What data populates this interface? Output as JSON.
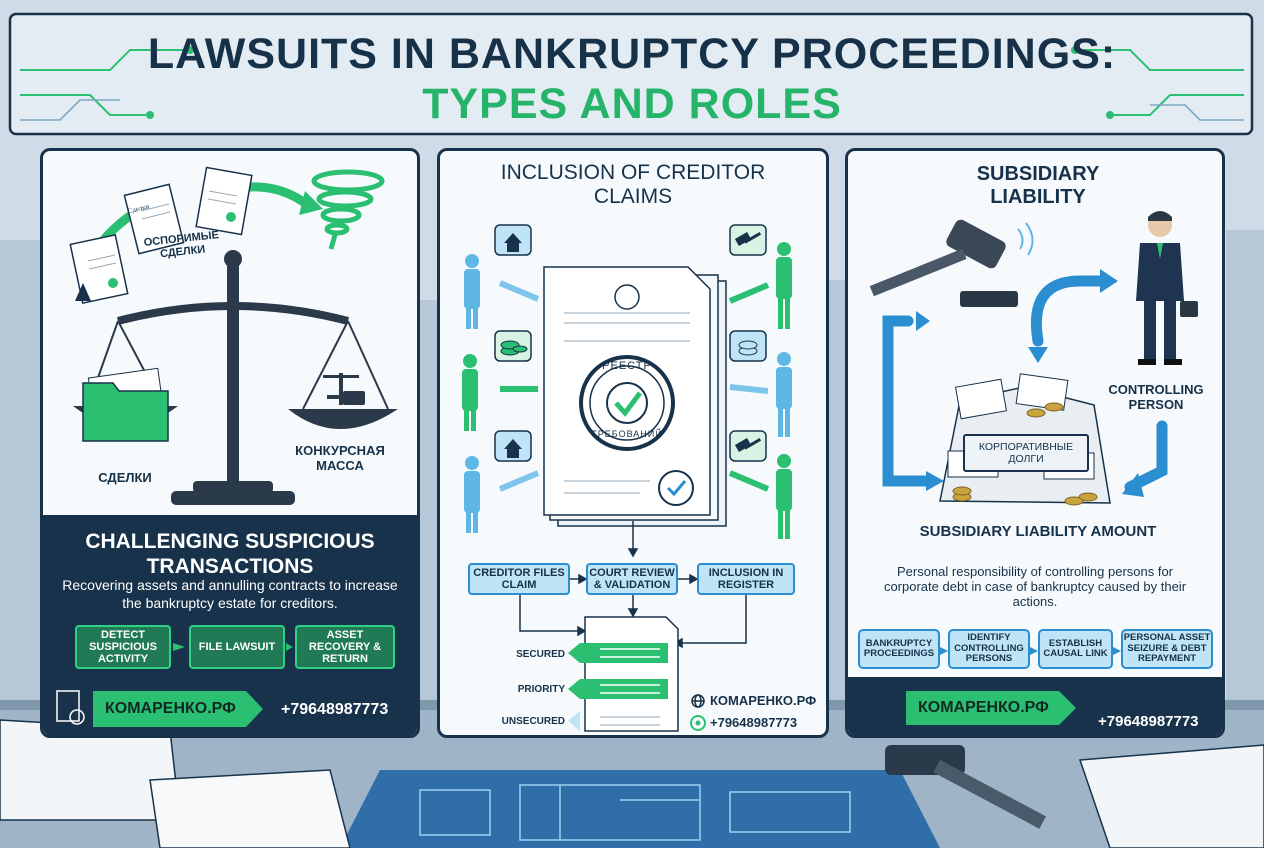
{
  "title": {
    "line1": "LAWSUITS IN BANKRUPTCY PROCEEDINGS:",
    "line2": "TYPES AND ROLES"
  },
  "colors": {
    "navy": "#17324a",
    "green": "#2bbf72",
    "blue": "#2a8ed0",
    "light_blue": "#bfe4f7",
    "background": "#cfdbe6"
  },
  "panel1": {
    "doc_tag": "Сделки",
    "doc_arc_label": "ОСПОРИМЫЕ СДЕЛКИ",
    "left_pan_label": "СДЕЛКИ",
    "right_pan_label": "КОНКУРСНАЯ МАССА",
    "heading": "CHALLENGING SUSPICIOUS TRANSACTIONS",
    "description": "Recovering assets and annulling contracts to increase the bankruptcy estate for creditors.",
    "steps": [
      "DETECT SUSPICIOUS ACTIVITY",
      "FILE LAWSUIT",
      "ASSET RECOVERY & RETURN"
    ],
    "brand": "КОМАРЕНКО.РФ",
    "phone": "+79648987773",
    "icons": [
      "document-flow-icon",
      "tornado-icon",
      "scales-icon",
      "folder-icon",
      "seal-document-icon"
    ]
  },
  "panel2": {
    "heading": "INCLUSION OF CREDITOR CLAIMS",
    "stamp_top": "РЕЕСТР",
    "stamp_bottom": "ТРЕБОВАНИЙ",
    "steps": [
      "CREDITOR FILES CLAIM",
      "COURT REVIEW & VALIDATION",
      "INCLUSION IN REGISTER"
    ],
    "tiers": [
      "SECURED",
      "PRIORITY",
      "UNSECURED"
    ],
    "brand": "КОМАРЕНКО.РФ",
    "phone": "+79648987773",
    "icons": [
      "house-icon",
      "coins-icon",
      "gavel-icon",
      "person-icon",
      "globe-icon",
      "whatsapp-icon",
      "check-icon"
    ]
  },
  "panel3": {
    "heading": "SUBSIDIARY LIABILITY",
    "person_label": "CONTROLLING PERSON",
    "debt_label": "КОРПОРАТИВНЫЕ ДОЛГИ",
    "amount_label": "SUBSIDIARY LIABILITY AMOUNT",
    "description": "Personal responsibility of controlling persons for corporate debt in case of bankruptcy caused by their actions.",
    "steps": [
      "BANKRUPTCY PROCEEDINGS",
      "IDENTIFY CONTROLLING PERSONS",
      "ESTABLISH CAUSAL LINK",
      "PERSONAL ASSET SEIZURE & DEBT REPAYMENT"
    ],
    "brand": "КОМАРЕНКО.РФ",
    "phone": "+79648987773",
    "icons": [
      "gavel-icon",
      "businessman-icon",
      "briefcase-icon",
      "coins-icon",
      "circuit-icon"
    ]
  }
}
